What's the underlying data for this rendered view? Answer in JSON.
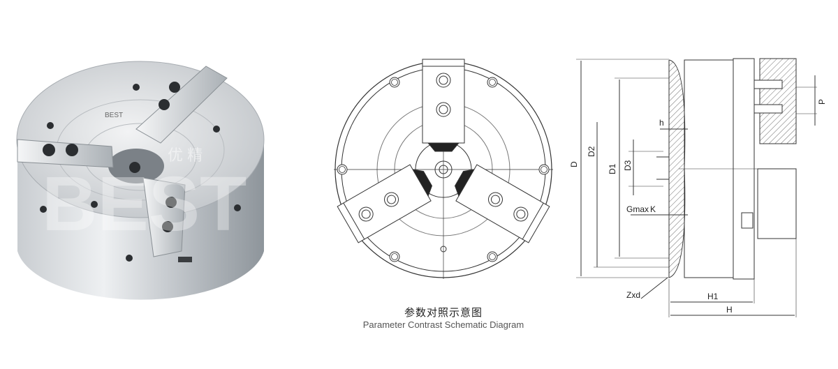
{
  "photo": {
    "logo_text": "BEST",
    "watermark_text": "优 精"
  },
  "caption": {
    "chinese": "参数对照示意图",
    "english": "Parameter Contrast Schematic Diagram"
  },
  "side_view_labels": {
    "D": "D",
    "D2": "D2",
    "D1": "D1",
    "D3": "D3",
    "h": "h",
    "Gmax": "Gmax",
    "K": "K",
    "P": "P",
    "Zxd": "Zxd",
    "H1": "H1",
    "H": "H"
  },
  "colors": {
    "line": "#333333",
    "metal_light": "#e6e8ea",
    "metal_dark": "#9aa0a6"
  }
}
